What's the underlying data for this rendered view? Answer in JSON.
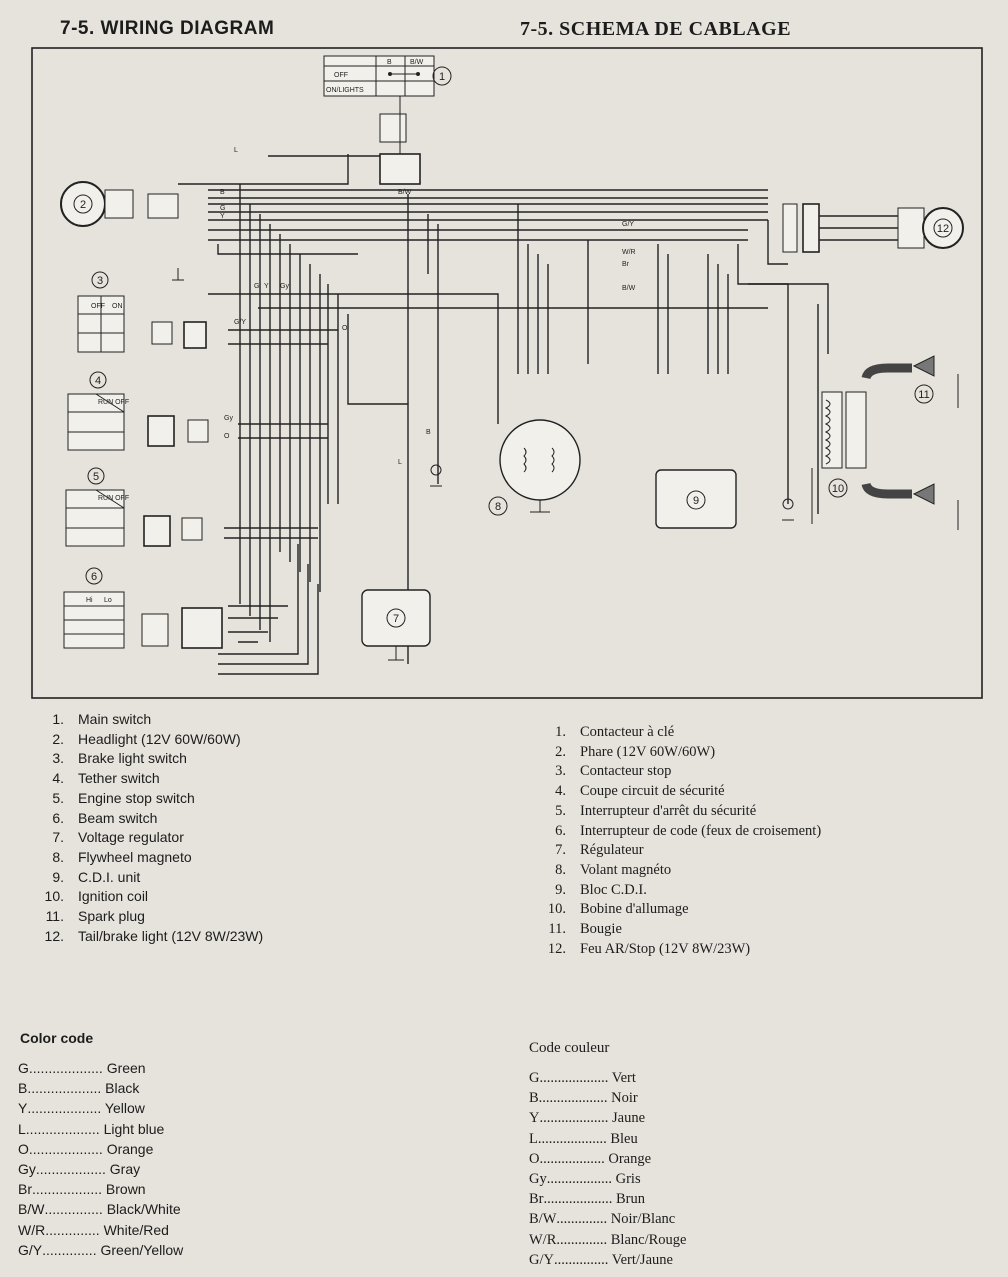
{
  "headers": {
    "english": "7-5.  WIRING DIAGRAM",
    "french": "7-5.  SCHEMA DE CABLAGE"
  },
  "diagram": {
    "component_numbers": [
      "1",
      "2",
      "3",
      "4",
      "5",
      "6",
      "7",
      "8",
      "9",
      "10",
      "11",
      "12"
    ],
    "switch_labels": {
      "main_off": "OFF",
      "main_on": "ON/LIGHTS",
      "main_col1": "B",
      "main_col2": "B/W",
      "brake_off": "OFF",
      "brake_on": "ON",
      "run_off": "RUN OFF",
      "beam_hi": "Hi",
      "beam_lo": "Lo"
    },
    "wire_labels": [
      "L",
      "B",
      "B/W",
      "G",
      "Y",
      "G/Y",
      "W/R",
      "Br",
      "B/W",
      "B",
      "Gy",
      "O",
      "G",
      "Y",
      "Gy",
      "G/Y",
      "L",
      "O"
    ]
  },
  "legend_en": [
    {
      "num": "1.",
      "text": "Main switch"
    },
    {
      "num": "2.",
      "text": "Headlight (12V 60W/60W)"
    },
    {
      "num": "3.",
      "text": "Brake light switch"
    },
    {
      "num": "4.",
      "text": "Tether switch"
    },
    {
      "num": "5.",
      "text": "Engine stop switch"
    },
    {
      "num": "6.",
      "text": "Beam switch"
    },
    {
      "num": "7.",
      "text": "Voltage regulator"
    },
    {
      "num": "8.",
      "text": "Flywheel magneto"
    },
    {
      "num": "9.",
      "text": "C.D.I. unit"
    },
    {
      "num": "10.",
      "text": "Ignition coil"
    },
    {
      "num": "11.",
      "text": "Spark plug"
    },
    {
      "num": "12.",
      "text": "Tail/brake light (12V 8W/23W)"
    }
  ],
  "legend_fr": [
    {
      "num": "1.",
      "text": "Contacteur à clé"
    },
    {
      "num": "2.",
      "text": "Phare (12V 60W/60W)"
    },
    {
      "num": "3.",
      "text": "Contacteur stop"
    },
    {
      "num": "4.",
      "text": "Coupe circuit de sécurité"
    },
    {
      "num": "5.",
      "text": "Interrupteur d'arrêt du sécurité"
    },
    {
      "num": "6.",
      "text": "Interrupteur de code (feux de croisement)"
    },
    {
      "num": "7.",
      "text": "Régulateur"
    },
    {
      "num": "8.",
      "text": "Volant magnéto"
    },
    {
      "num": "9.",
      "text": "Bloc C.D.I."
    },
    {
      "num": "10.",
      "text": "Bobine d'allumage"
    },
    {
      "num": "11.",
      "text": "Bougie"
    },
    {
      "num": "12.",
      "text": "Feu AR/Stop (12V 8W/23W)"
    }
  ],
  "color_code_en": {
    "title": "Color code",
    "rows": [
      {
        "code": "G",
        "dots": "...................",
        "name": "Green"
      },
      {
        "code": "B",
        "dots": "...................",
        "name": "Black"
      },
      {
        "code": "Y",
        "dots": "...................",
        "name": "Yellow"
      },
      {
        "code": "L",
        "dots": "...................",
        "name": "Light blue"
      },
      {
        "code": "O",
        "dots": "...................",
        "name": "Orange"
      },
      {
        "code": "Gy",
        "dots": "..................",
        "name": "Gray"
      },
      {
        "code": "Br",
        "dots": "..................",
        "name": "Brown"
      },
      {
        "code": "B/W",
        "dots": "...............",
        "name": "Black/White"
      },
      {
        "code": "W/R",
        "dots": "..............",
        "name": "White/Red"
      },
      {
        "code": "G/Y",
        "dots": "..............",
        "name": "Green/Yellow"
      }
    ]
  },
  "color_code_fr": {
    "title": "Code couleur",
    "rows": [
      {
        "code": "G",
        "dots": "...................",
        "name": "Vert"
      },
      {
        "code": "B",
        "dots": "...................",
        "name": "Noir"
      },
      {
        "code": "Y",
        "dots": "...................",
        "name": "Jaune"
      },
      {
        "code": "L",
        "dots": "...................",
        "name": "Bleu"
      },
      {
        "code": "O",
        "dots": "..................",
        "name": "Orange"
      },
      {
        "code": "Gy",
        "dots": "..................",
        "name": "Gris"
      },
      {
        "code": "Br",
        "dots": "...................",
        "name": "Brun"
      },
      {
        "code": "B/W",
        "dots": "..............",
        "name": "Noir/Blanc"
      },
      {
        "code": "W/R",
        "dots": "..............",
        "name": "Blanc/Rouge"
      },
      {
        "code": "G/Y",
        "dots": "...............",
        "name": "Vert/Jaune"
      }
    ]
  }
}
